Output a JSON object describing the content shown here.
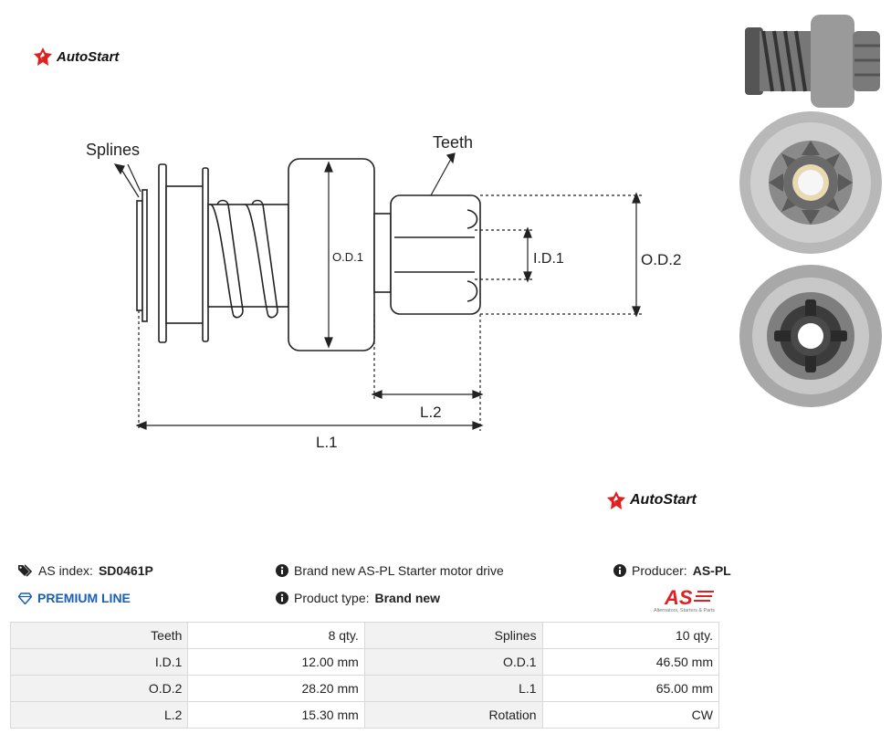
{
  "brand": {
    "name": "AutoStart"
  },
  "diagram": {
    "labels": {
      "splines": "Splines",
      "teeth": "Teeth",
      "od1": "O.D.1",
      "id1": "I.D.1",
      "od2": "O.D.2",
      "l2": "L.2",
      "l1": "L.1"
    }
  },
  "photos": {
    "icons": [
      "starter-drive-side-photo",
      "starter-drive-front-photo",
      "starter-drive-back-photo"
    ]
  },
  "info": {
    "as_index_label": "AS index:",
    "as_index_value": "SD0461P",
    "premium": "PREMIUM LINE",
    "description": "Brand new AS-PL Starter motor drive",
    "product_type_label": "Product type:",
    "product_type_value": "Brand new",
    "producer_label": "Producer:",
    "producer_value": "AS-PL",
    "producer_logo_text": "AS",
    "producer_logo_sub": "Alternators, Starters & Parts"
  },
  "specs": [
    {
      "l1": "Teeth",
      "v1": "8 qty.",
      "l2": "Splines",
      "v2": "10 qty."
    },
    {
      "l1": "I.D.1",
      "v1": "12.00 mm",
      "l2": "O.D.1",
      "v2": "46.50 mm"
    },
    {
      "l1": "O.D.2",
      "v1": "28.20 mm",
      "l2": "L.1",
      "v2": "65.00 mm"
    },
    {
      "l1": "L.2",
      "v1": "15.30 mm",
      "l2": "Rotation",
      "v2": "CW"
    }
  ],
  "colors": {
    "logo_red": "#e02020",
    "premium_blue": "#1a5fb4"
  }
}
